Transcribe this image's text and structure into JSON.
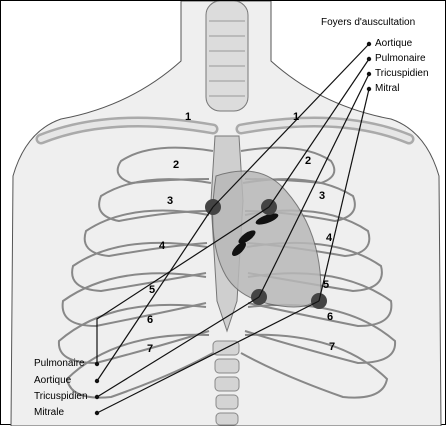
{
  "title": "Foyers d'auscultation",
  "right_labels": {
    "aortique": "Aortique",
    "pulmonaire": "Pulmonaire",
    "tricuspidien": "Tricuspidien",
    "mitral": "Mitral"
  },
  "left_labels": {
    "pulmonaire": "Pulmonaire",
    "aortique": "Aortique",
    "tricuspidien": "Tricuspidien",
    "mitrale": "Mitrale"
  },
  "rib_numbers": {
    "left": [
      "1",
      "2",
      "3",
      "4",
      "5",
      "6",
      "7"
    ],
    "right": [
      "1",
      "2",
      "3",
      "4",
      "5",
      "6",
      "7"
    ]
  },
  "colors": {
    "focus_marker": "#444444",
    "bone": "#d8d8d8",
    "heart": "#b8b8b8"
  }
}
